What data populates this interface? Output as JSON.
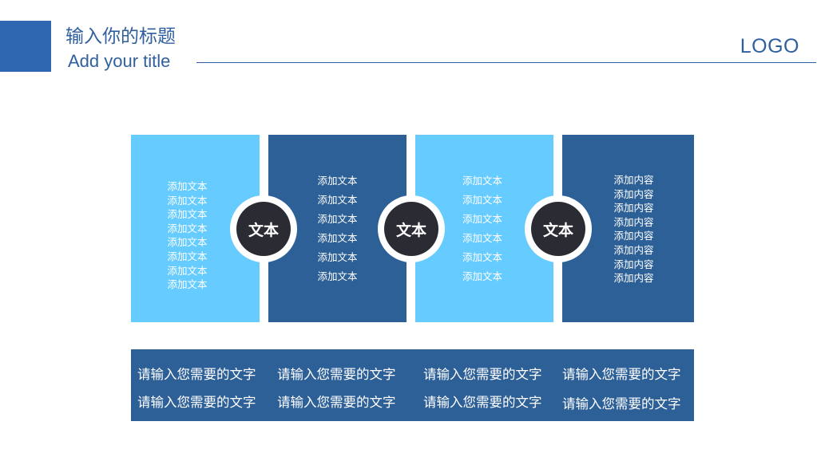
{
  "header": {
    "title_cn": "输入你的标题",
    "title_en": "Add your title",
    "logo": "LOGO"
  },
  "panels": [
    {
      "lines": [
        "添加文本",
        "添加文本",
        "添加文本",
        "添加文本",
        "添加文本",
        "添加文本",
        "添加文本",
        "添加文本"
      ]
    },
    {
      "lines": [
        "添加文本",
        "添加文本",
        "添加文本",
        "添加文本",
        "添加文本",
        "添加文本"
      ]
    },
    {
      "lines": [
        "添加文本",
        "添加文本",
        "添加文本",
        "添加文本",
        "添加文本",
        "添加文本"
      ]
    },
    {
      "lines": [
        "添加内容",
        "添加内容",
        "添加内容",
        "添加内容",
        "添加内容",
        "添加内容",
        "添加内容",
        "添加内容"
      ]
    }
  ],
  "circles": [
    "文本",
    "文本",
    "文本"
  ],
  "bottom": {
    "rows": [
      [
        "请输入您需要的文字",
        "请输入您需要的文字",
        "请输入您需要的文字",
        "请输入您需要的文字"
      ],
      [
        "请输入您需要的文字",
        "请输入您需要的文字",
        "请输入您需要的文字",
        "请输入您需要的文字"
      ]
    ]
  },
  "colors": {
    "primary": "#2f68b0",
    "panel_light": "#66ccff",
    "panel_dark": "#2e6098",
    "circle_core": "#2b2c33"
  }
}
